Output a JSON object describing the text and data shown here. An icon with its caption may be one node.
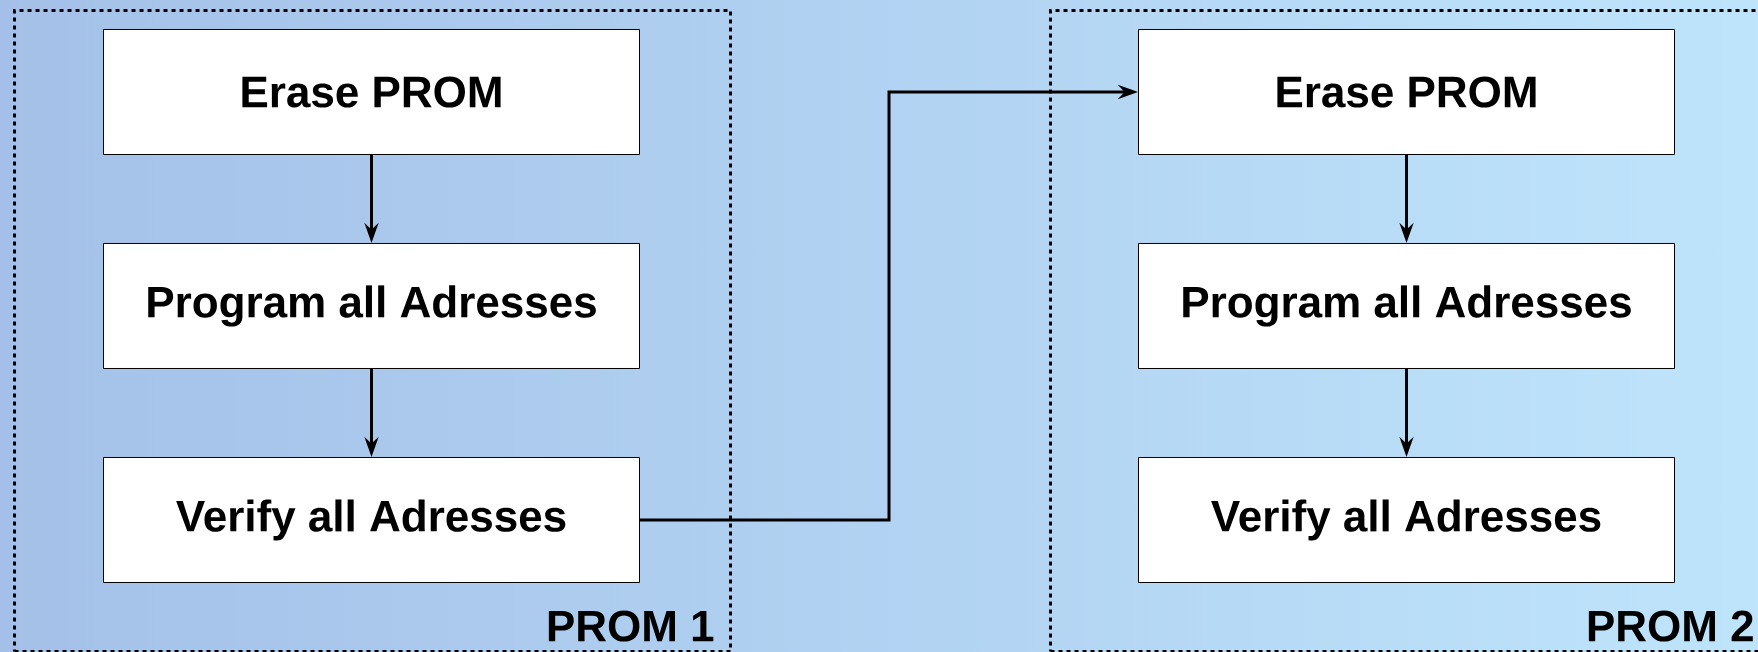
{
  "diagram": {
    "nodes": [
      {
        "text": [
          "PROM 1"
        ]
      },
      {
        "text": [
          "Erase PROM"
        ],
        "in": 0
      },
      {
        "text": [
          "Program all Adresses"
        ],
        "in": 0
      },
      {
        "text": [
          "Verify all Adresses"
        ],
        "in": 0
      },
      {
        "text": [
          "PROM 2"
        ]
      },
      {
        "text": [
          "Erase PROM"
        ],
        "in": 4
      },
      {
        "text": [
          "Program all Adresses"
        ],
        "in": 4
      },
      {
        "text": [
          "Verify all Adresses"
        ],
        "in": 4
      }
    ],
    "edges": [
      {
        "from": 1,
        "to": 2,
        "arrow": "to"
      },
      {
        "from": 2,
        "to": 3,
        "arrow": "to"
      },
      {
        "from": 3,
        "to": 5,
        "arrow": "to"
      },
      {
        "from": 5,
        "to": 6,
        "arrow": "to"
      },
      {
        "from": 6,
        "to": 7,
        "arrow": "to"
      }
    ]
  }
}
